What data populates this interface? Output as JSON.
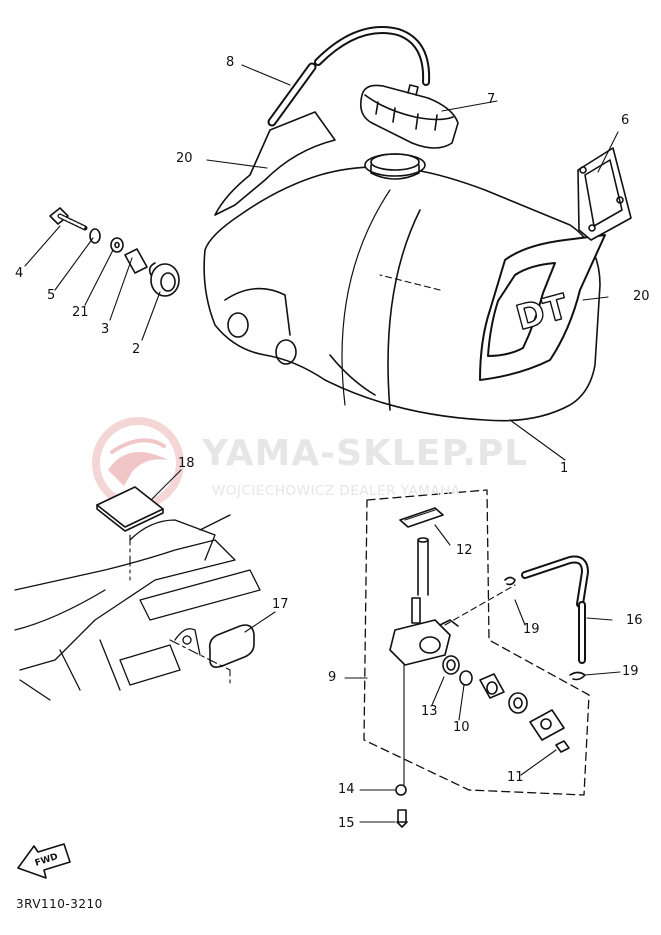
{
  "watermark": {
    "title": "YAMA-SKLEP.PL",
    "subtitle": "WOJCIECHOWICZ DEALER YAMAHA",
    "logo_color": "#f3c8c8"
  },
  "diagram_code": "3RV110-3210",
  "fwd_label": "FWD",
  "callouts": {
    "c1": "1",
    "c2": "2",
    "c3": "3",
    "c4": "4",
    "c5": "5",
    "c6": "6",
    "c7": "7",
    "c8": "8",
    "c9": "9",
    "c10": "10",
    "c11": "11",
    "c12": "12",
    "c13": "13",
    "c14": "14",
    "c15": "15",
    "c16": "16",
    "c17": "17",
    "c18": "18",
    "c19a": "19",
    "c19b": "19",
    "c20a": "20",
    "c20b": "20",
    "c21": "21"
  }
}
